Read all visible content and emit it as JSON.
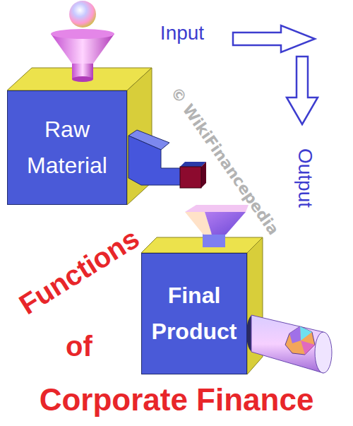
{
  "diagram": {
    "nodes": [
      {
        "text": [
          "Raw Material"
        ]
      },
      {
        "text": [
          "Final Product"
        ]
      }
    ],
    "labels": [
      "Input",
      "Output",
      "© WikiFinancepedia",
      "Functions",
      "of",
      "Corporate Finance"
    ]
  }
}
